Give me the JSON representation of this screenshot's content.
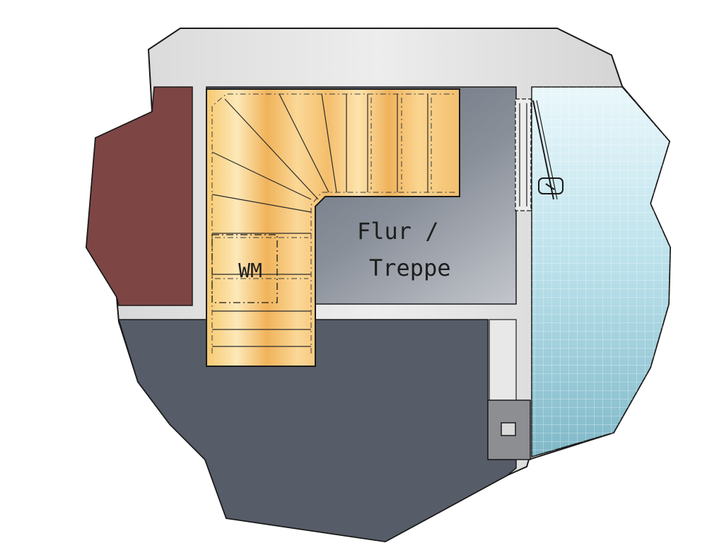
{
  "labels": {
    "hallway_line1": "Flur /",
    "hallway_line2": "Treppe",
    "washer": "WM"
  },
  "colors": {
    "outer_wall": "#dcdcdc",
    "red_room": "#7e4545",
    "hallway_floor": "#6f7580",
    "main_floor": "#565c68",
    "tile_floor": "#a8d4e0",
    "stair_wood": "#f2c27a",
    "outline": "#1a1a1a"
  },
  "icons": {
    "door": "swing-door-icon",
    "drain": "floor-drain-icon",
    "stairs": "quarter-turn-stairs"
  }
}
